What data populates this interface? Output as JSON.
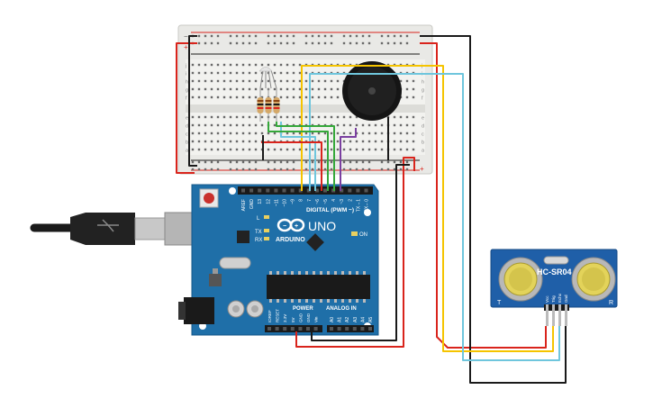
{
  "board": {
    "brand": "ARDUINO",
    "model": "UNO",
    "digital_label": "DIGITAL (PWM ~)",
    "power_label": "POWER",
    "analog_label": "ANALOG IN",
    "on_label": "ON",
    "led_l": "L",
    "led_tx": "TX",
    "led_rx": "RX",
    "digital_pins": [
      "AREF",
      "GND",
      "13",
      "12",
      "~11",
      "~10",
      "~9",
      "8",
      "7",
      "~6",
      "~5",
      "4",
      "~3",
      "2",
      "TX→1",
      "RX←0"
    ],
    "power_pins": [
      "IOREF",
      "RESET",
      "3.3V",
      "5V",
      "GND",
      "GND",
      "Vin"
    ],
    "analog_pins": [
      "A0",
      "A1",
      "A2",
      "A3",
      "A4",
      "A5"
    ]
  },
  "sensor": {
    "model": "HC-SR04",
    "pins": [
      "Vcc",
      "Trig",
      "Echo",
      "Gnd"
    ],
    "left_mark": "T",
    "right_mark": "R"
  },
  "breadboard": {
    "row_letters_top": [
      "j",
      "i",
      "h",
      "g",
      "f"
    ],
    "row_letters_bottom": [
      "e",
      "d",
      "c",
      "b",
      "a"
    ],
    "rail_minus": "−",
    "rail_plus": "+"
  },
  "colors": {
    "board_blue": "#1f6fa8",
    "wire_red": "#d9241c",
    "wire_black": "#1a1a1a",
    "wire_yellow": "#f5c400",
    "wire_cyan": "#6fc6dd",
    "wire_green": "#35a83a",
    "wire_purple": "#7a3fa0",
    "breadboard": "#e9e9e6"
  }
}
